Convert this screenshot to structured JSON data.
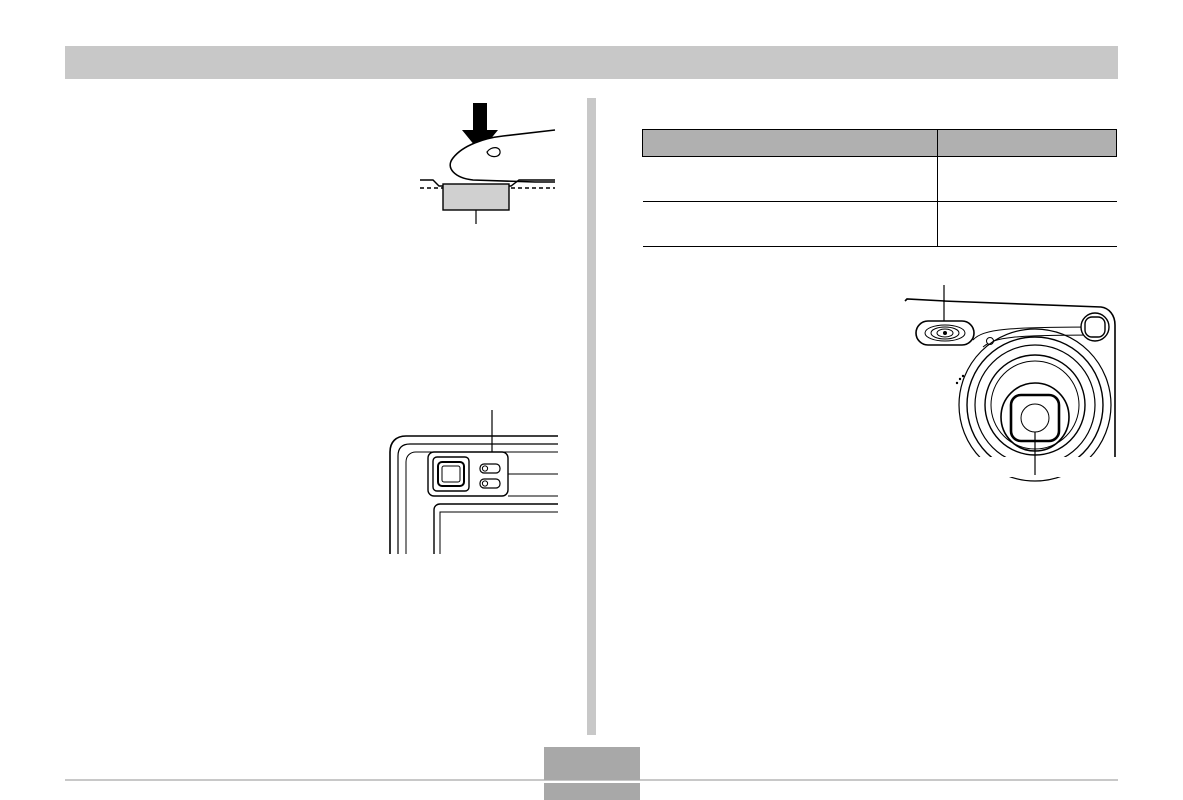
{
  "page": {
    "header_title": "",
    "page_number": ""
  },
  "table": {
    "headers": [
      "",
      ""
    ],
    "rows": [
      [
        "",
        ""
      ],
      [
        "",
        ""
      ]
    ]
  },
  "illustrations": {
    "shutter_press": "finger-pressing-shutter-button",
    "camera_back": "camera-back-indicator-lamps",
    "camera_front": "camera-front-lens-flash"
  },
  "colors": {
    "header_gray": "#c8c8c8",
    "tab_gray": "#a8a8a8",
    "table_header_gray": "#b0b0b0"
  }
}
